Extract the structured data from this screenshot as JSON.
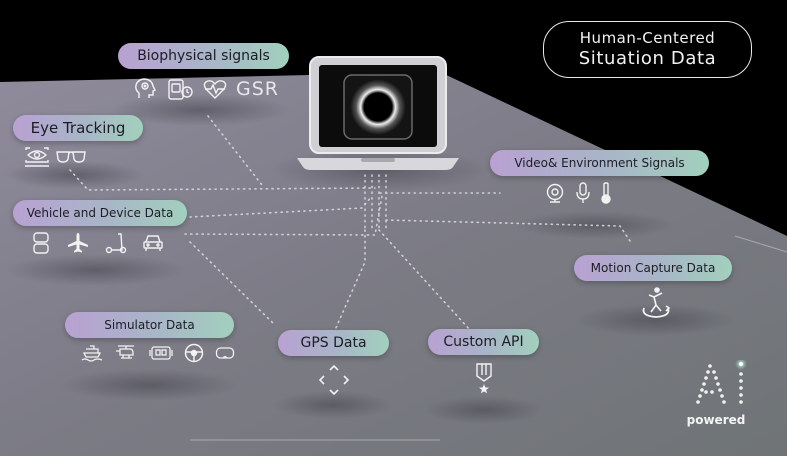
{
  "title": {
    "line1": "Human-Centered",
    "line2": "Situation Data"
  },
  "nodes": {
    "biophysical": {
      "label": "Biophysical signals",
      "gsr": "GSR",
      "icons": [
        "brain-head-icon",
        "smartwatch-icon",
        "heart-pulse-icon"
      ]
    },
    "eye_tracking": {
      "label": "Eye Tracking",
      "icons": [
        "eye-screen-icon",
        "glasses-icon"
      ]
    },
    "vehicle_device": {
      "label": "Vehicle and Device Data",
      "icons": [
        "vehicle-device-icon",
        "airplane-icon",
        "scooter-icon",
        "car-icon"
      ]
    },
    "simulator": {
      "label": "Simulator Data",
      "icons": [
        "ship-icon",
        "helicopter-icon",
        "vr-headset-icon",
        "steering-wheel-icon",
        "vr-goggles-icon"
      ]
    },
    "gps": {
      "label": "GPS Data",
      "icons": [
        "move-arrows-icon"
      ]
    },
    "custom_api": {
      "label": "Custom API",
      "icons": [
        "medal-icon"
      ]
    },
    "video_env": {
      "label": "Video& Environment Signals",
      "icons": [
        "webcam-icon",
        "microphone-icon",
        "thermometer-icon"
      ]
    },
    "motion_capture": {
      "label": "Motion Capture Data",
      "icons": [
        "motion-figure-icon"
      ]
    }
  },
  "center": {
    "icons": [
      "laptop-icon",
      "eclipse-ring-icon"
    ]
  },
  "ai_badge": {
    "text": "Ai",
    "subtitle": "powered"
  },
  "colors": {
    "background": "#000000",
    "platform": "#8a8893",
    "pill_start": "#b9a1d2",
    "pill_end": "#a2d0bd",
    "icon": "#f2f2f2",
    "connector": "#d8d8de"
  }
}
